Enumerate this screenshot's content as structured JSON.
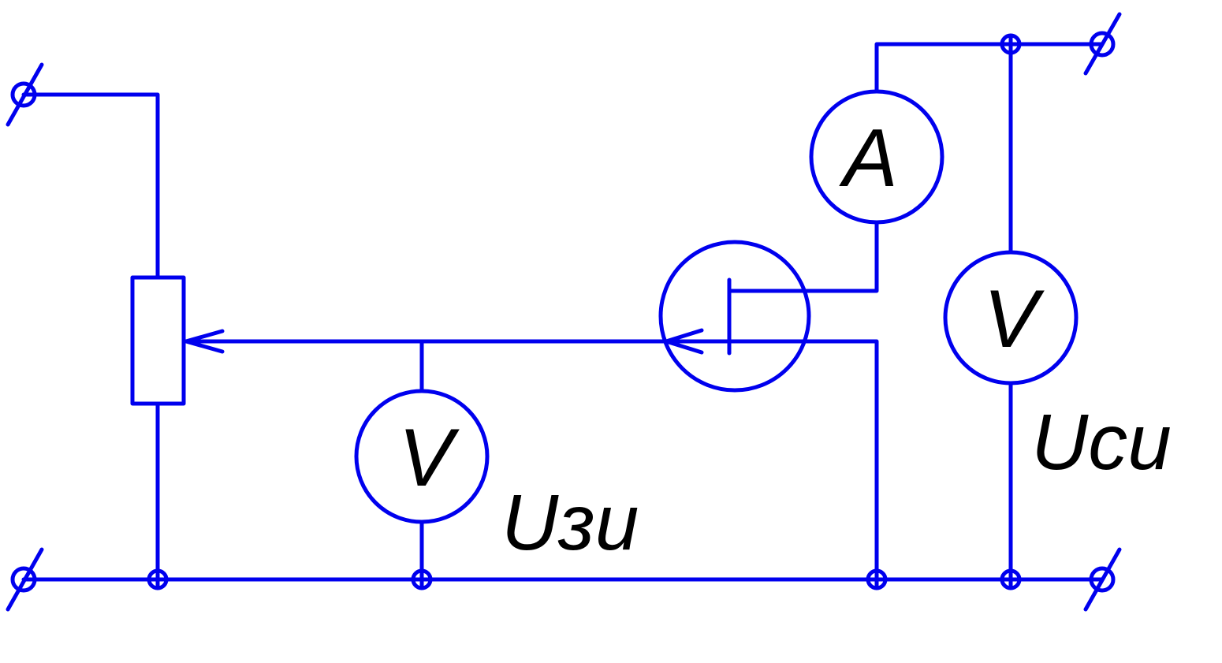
{
  "colors": {
    "wire": "#0000ee",
    "text": "#000000",
    "background": "#ffffff"
  },
  "meters": {
    "ammeter_letter": "A",
    "voltmeter_drain_letter": "V",
    "voltmeter_gate_letter": "V"
  },
  "labels": {
    "drain_source_voltage": "Ucu",
    "gate_source_voltage": "Uзu"
  },
  "icons": {
    "terminal": "terminal-icon",
    "junction": "junction-icon",
    "potentiometer": "potentiometer-icon",
    "transistor": "field-effect-transistor-icon"
  }
}
